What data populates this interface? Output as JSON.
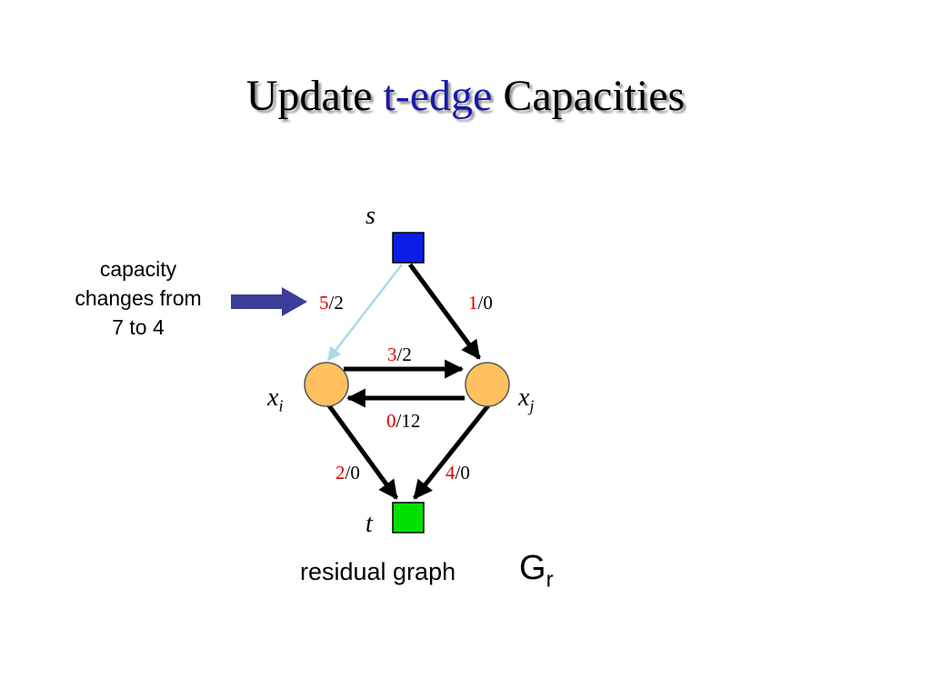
{
  "title": {
    "prefix": "Update ",
    "accent": "t-edge",
    "suffix": " Capacities"
  },
  "note": {
    "line1": "capacity",
    "line2": "changes from",
    "line3": "7 to 4"
  },
  "nodes": {
    "s": "s",
    "t": "t",
    "xi": {
      "base": "x",
      "sub": "i"
    },
    "xj": {
      "base": "x",
      "sub": "j"
    }
  },
  "edges": {
    "s_xi": {
      "residual": "5",
      "rest": "/2"
    },
    "s_xj": {
      "residual": "1",
      "rest": "/0"
    },
    "xi_xj": {
      "residual": "3",
      "rest": "/2"
    },
    "xj_xi": {
      "residual": "0",
      "rest": "/12"
    },
    "xi_t": {
      "residual": "2",
      "rest": "/0"
    },
    "xj_t": {
      "residual": "4",
      "rest": "/0"
    }
  },
  "footer": {
    "caption": "residual graph",
    "graph_base": "G",
    "graph_sub": "r"
  },
  "colors": {
    "title_accent": "#1a1aa6",
    "residual_value": "#e00000",
    "source_node": "#0a1ee6",
    "sink_node": "#00e000",
    "pixel_nodes": "#ffc060",
    "light_edge": "#add8e6",
    "pointer_arrow": "#3c3c99"
  }
}
